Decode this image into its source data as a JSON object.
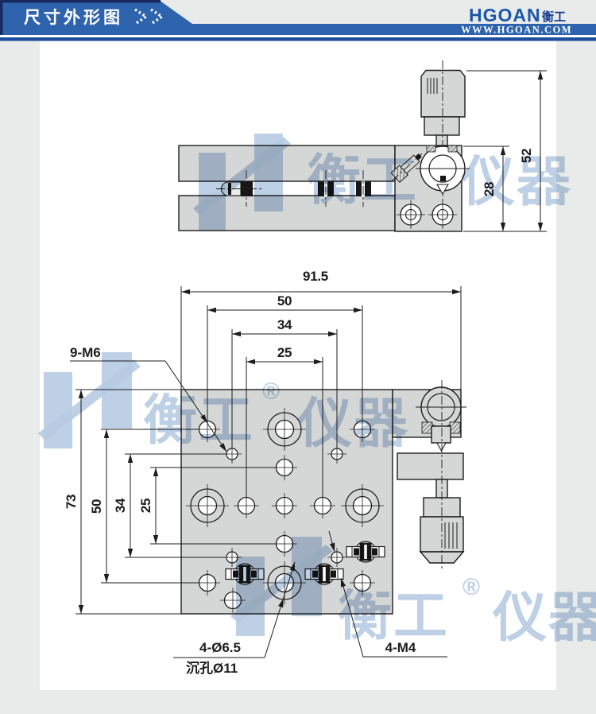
{
  "header": {
    "title": "尺寸外形图",
    "brand": "HGOAN",
    "brand_cn": "衡工",
    "website": "WWW.HGOAN.COM"
  },
  "watermark": {
    "cn1": "衡工",
    "reg": "®",
    "cn2": "仪器"
  },
  "side_view": {
    "dim_total_height": "52",
    "dim_body_height": "28"
  },
  "plan_view": {
    "dim_total_width": "91.5",
    "dim_width_50": "50",
    "dim_width_34": "34",
    "dim_width_25": "25",
    "dim_total_height": "73",
    "dim_height_50": "50",
    "dim_height_34": "34",
    "dim_height_25": "25",
    "label_thread_holes": "9-M6",
    "label_counterbore_line1": "4-Ø6.5",
    "label_counterbore_line2": "沉孔Ø11",
    "label_m4_holes": "4-M4"
  }
}
